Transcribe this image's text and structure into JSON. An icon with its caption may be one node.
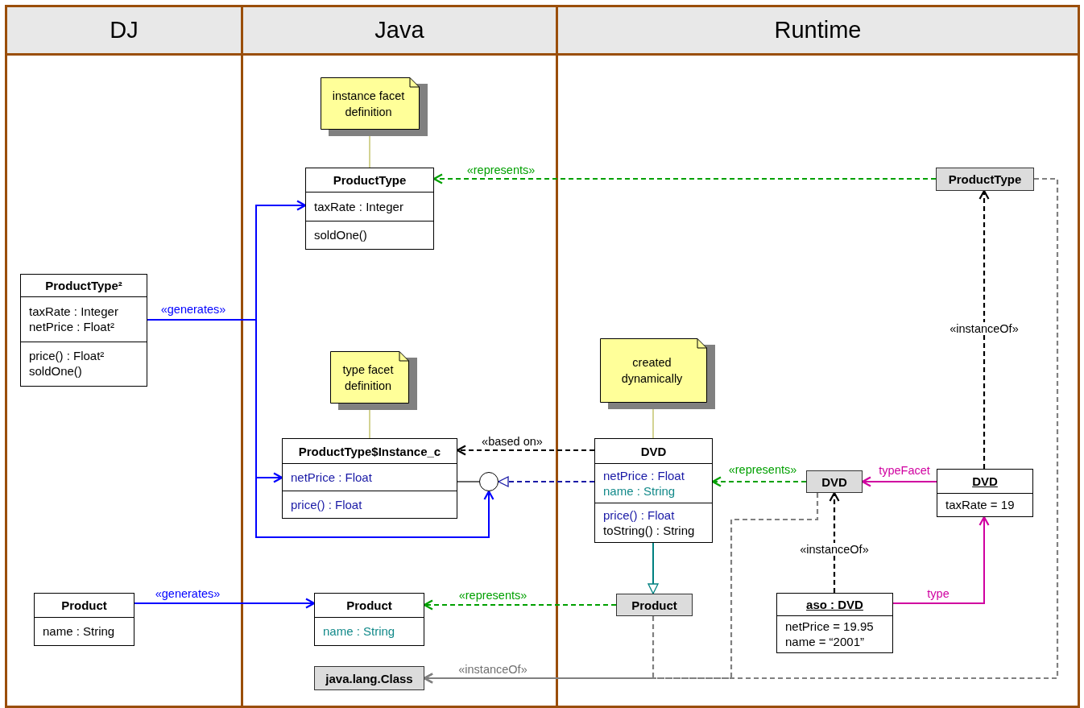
{
  "diagram": {
    "nodes": [
      {
        "text": [
          "DJ"
        ]
      },
      {
        "text": [
          "Java"
        ]
      },
      {
        "text": [
          "Runtime"
        ]
      },
      {
        "text": [
          "ProductType²",
          "taxRate  : Integer",
          "netPrice : Float²",
          "price() : Float²",
          "soldOne()"
        ],
        "in": 0
      },
      {
        "text": [
          "Product",
          "name : String"
        ],
        "in": 0
      },
      {
        "text": [
          "instance facet definition"
        ],
        "in": 1
      },
      {
        "text": [
          "ProductType",
          "taxRate : Integer",
          "soldOne()"
        ],
        "in": 1
      },
      {
        "text": [
          "type facet definition"
        ],
        "in": 1
      },
      {
        "text": [
          "ProductType$Instance_c",
          "netPrice : Float",
          "price() : Float"
        ],
        "in": 1
      },
      {
        "text": [],
        "shape": "circle",
        "in": 1
      },
      {
        "text": [
          "Product",
          "name : String"
        ],
        "in": 1
      },
      {
        "text": [
          "java.lang.Class"
        ],
        "in": 1
      },
      {
        "text": [
          "created dynamically"
        ],
        "in": 2
      },
      {
        "text": [
          "DVD",
          "netPrice : Float",
          "name : String",
          "price() : Float",
          "toString() : String"
        ],
        "in": 2
      },
      {
        "text": [
          "ProductType"
        ],
        "in": 2
      },
      {
        "text": [
          "DVD"
        ],
        "in": 2
      },
      {
        "text": [
          "DVD",
          "taxRate = 19"
        ],
        "in": 2
      },
      {
        "text": [
          "Product"
        ],
        "in": 2
      },
      {
        "text": [
          "aso : DVD",
          "netPrice = 19.95",
          "name = “2001”"
        ],
        "in": 2
      }
    ],
    "edges": [
      {
        "from": 3,
        "to": 6,
        "arrow": "to",
        "label": "«generates»",
        "color": "#0000ff"
      },
      {
        "from": 3,
        "to": 8,
        "arrow": "to",
        "color": "#0000ff"
      },
      {
        "from": 3,
        "to": 9,
        "arrow": "to",
        "color": "#0000ff"
      },
      {
        "from": 4,
        "to": 10,
        "arrow": "to",
        "label": "«generates»",
        "color": "#0000ff"
      },
      {
        "from": 5,
        "to": 6,
        "arrow": "none",
        "color": "#b5b54a"
      },
      {
        "from": 7,
        "to": 8,
        "arrow": "none",
        "color": "#b5b54a"
      },
      {
        "from": 12,
        "to": 13,
        "arrow": "none",
        "color": "#b5b54a"
      },
      {
        "from": 14,
        "to": 6,
        "arrow": "to",
        "label": "«represents»",
        "style": "dashed",
        "color": "#00a000"
      },
      {
        "from": 13,
        "to": 8,
        "arrow": "to",
        "label": "«based on»",
        "style": "dashed",
        "color": "#000000"
      },
      {
        "from": 8,
        "to": 9,
        "arrow": "none",
        "color": "#000000"
      },
      {
        "from": 13,
        "to": 9,
        "arrow": "to",
        "style": "dashed",
        "color": "#1a1aa6"
      },
      {
        "from": 15,
        "to": 13,
        "arrow": "to",
        "label": "«represents»",
        "style": "dashed",
        "color": "#00a000"
      },
      {
        "from": 16,
        "to": 15,
        "arrow": "to",
        "label": "typeFacet",
        "color": "#d000a0"
      },
      {
        "from": 16,
        "to": 14,
        "arrow": "to",
        "label": "«instanceOf»",
        "style": "dashed",
        "color": "#000000"
      },
      {
        "from": 18,
        "to": 15,
        "arrow": "to",
        "label": "«instanceOf»",
        "style": "dashed",
        "color": "#000000"
      },
      {
        "from": 18,
        "to": 16,
        "arrow": "to",
        "label": "type",
        "color": "#d000a0"
      },
      {
        "from": 13,
        "to": 17,
        "arrow": "to",
        "color": "#008080"
      },
      {
        "from": 17,
        "to": 10,
        "arrow": "to",
        "label": "«represents»",
        "style": "dashed",
        "color": "#00a000"
      },
      {
        "from": 17,
        "to": 11,
        "arrow": "to",
        "label": "«instanceOf»",
        "style": "dashed",
        "color": "#808080"
      },
      {
        "from": 15,
        "to": 11,
        "arrow": "to",
        "style": "dashed",
        "color": "#808080"
      },
      {
        "from": 14,
        "to": 11,
        "arrow": "to",
        "style": "dashed",
        "color": "#808080"
      }
    ]
  }
}
